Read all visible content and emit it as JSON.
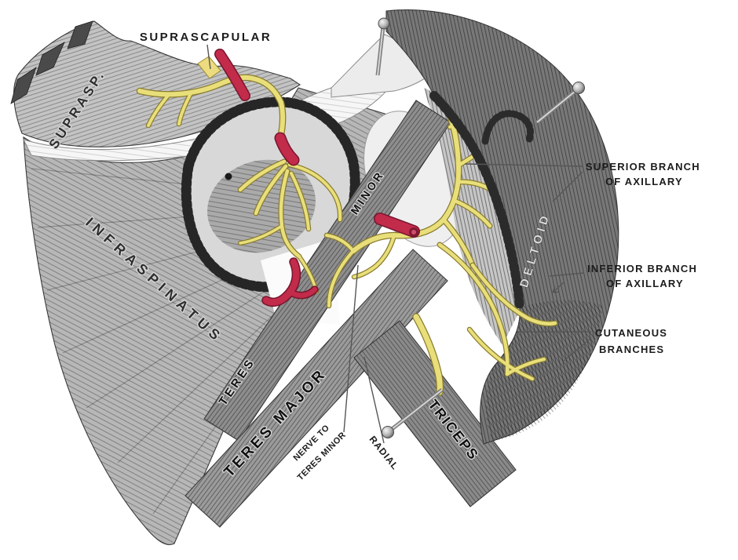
{
  "figure": {
    "description": "Engraved anatomical plate of the posterior shoulder showing the suprascapular and axillary nerves"
  },
  "labels": {
    "suprascapular": "SUPRASCAPULAR",
    "supraspinatus_abbrev": "SUPRASP.",
    "infraspinatus": "INFRASPINATUS",
    "teres_word": "TERES",
    "minor_word": "MINOR",
    "teres_major": "TERES MAJOR",
    "nerve_to_teres_minor_line1": "NERVE TO",
    "nerve_to_teres_minor_line2": "TERES MINOR",
    "radial": "RADIAL",
    "triceps": "TRICEPS",
    "deltoid": "DELTOID",
    "superior_branch_line1": "SUPERIOR BRANCH",
    "superior_branch_line2": "OF AXILLARY",
    "inferior_branch_line1": "INFERIOR BRANCH",
    "inferior_branch_line2": "OF AXILLARY",
    "cutaneous_line1": "CUTANEOUS",
    "cutaneous_line2": "BRANCHES"
  },
  "colors": {
    "background": "#ffffff",
    "nerve_yellow": "#e9df7a",
    "nerve_outline": "#8a7c30",
    "ligament_yellow": "#ecdc7f",
    "artery_red": "#c22b4a",
    "artery_outline": "#77152f",
    "ink": "#1c1c1c",
    "leader_gray": "#565656"
  }
}
